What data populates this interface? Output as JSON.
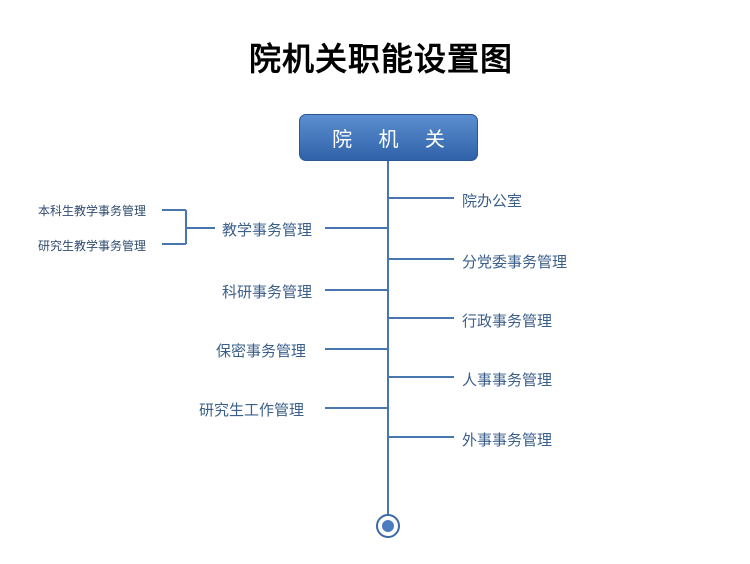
{
  "title": "院机关职能设置图",
  "root": "院 机 关",
  "left": {
    "teaching": "教学事务管理",
    "teaching_sub": [
      "本科生教学事务管理",
      "研究生教学事务管理"
    ],
    "research": "科研事务管理",
    "secrecy": "保密事务管理",
    "graduate": "研究生工作管理"
  },
  "right": [
    "院办公室",
    "分党委事务管理",
    "行政事务管理",
    "人事事务管理",
    "外事事务管理"
  ],
  "colors": {
    "line": "#4a76b0",
    "box": "#3d6db2",
    "text": "#3a5f8a"
  }
}
